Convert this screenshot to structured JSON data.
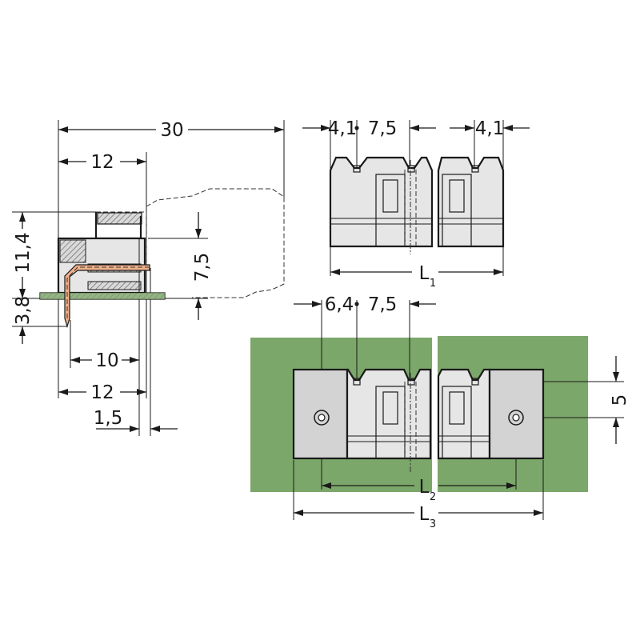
{
  "colors": {
    "board": "#7ca76a",
    "housing": "#e6e6e6",
    "flange": "#d3d3d3",
    "hatch": "#c8c8c8",
    "pin": "#f0b089",
    "line": "#1a1a1a"
  },
  "side_view": {
    "dim_30": "30",
    "dim_12_top": "12",
    "dim_11_4": "11,4",
    "dim_7_5": "7,5",
    "dim_3_8": "3,8",
    "dim_10": "10",
    "dim_12_bottom": "12",
    "dim_1_5": "1,5"
  },
  "top_view": {
    "dim_4_1_left": "4,1",
    "dim_7_5": "7,5",
    "dim_4_1_right": "4,1",
    "dim_l1": "L",
    "dim_l1_sub": "1"
  },
  "flange_view": {
    "dim_6_4": "6,4",
    "dim_7_5": "7,5",
    "dim_5": "5",
    "dim_l2": "L",
    "dim_l2_sub": "2",
    "dim_l3": "L",
    "dim_l3_sub": "3"
  }
}
